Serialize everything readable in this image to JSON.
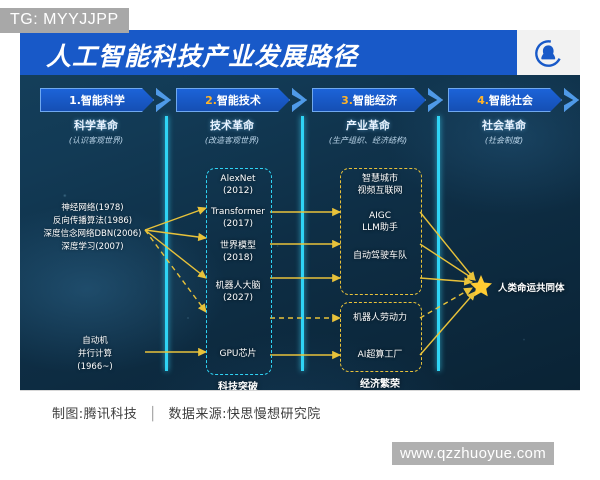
{
  "tg_tag": "TG: MYYJJPP",
  "header": {
    "title": "人工智能科技产业发展路径",
    "logo_icon": "tencent-qq-penguin-icon"
  },
  "stages": [
    {
      "num": "1.",
      "name": "智能科学",
      "accent": "white",
      "revolution": "科学革命",
      "revolution_sub": "(认识客观世界)"
    },
    {
      "num": "2.",
      "name": "智能技术",
      "accent": "orange",
      "revolution": "技术革命",
      "revolution_sub": "(改造客观世界)"
    },
    {
      "num": "3.",
      "name": "智能经济",
      "accent": "orange",
      "revolution": "产业革命",
      "revolution_sub": "(生产组织、经济结构)"
    },
    {
      "num": "4.",
      "name": "智能社会",
      "accent": "orange",
      "revolution": "社会革命",
      "revolution_sub": "(社会制度)"
    }
  ],
  "column1": {
    "group_top": [
      "神经网络(1978)",
      "反向传播算法(1986)",
      "深度信念网络DBN(2006)",
      "深度学习(2007)"
    ],
    "group_bottom": [
      "自动机",
      "并行计算",
      "(1966~)"
    ]
  },
  "column2": {
    "box_label": "科技突破",
    "items": [
      {
        "line1": "AlexNet",
        "line2": "(2012)"
      },
      {
        "line1": "Transformer",
        "line2": "(2017)"
      },
      {
        "line1": "世界模型",
        "line2": "(2018)"
      },
      {
        "line1": "机器人大脑",
        "line2": "(2027)"
      },
      {
        "line1": "GPU芯片",
        "line2": ""
      }
    ]
  },
  "column3": {
    "box_label": "经济繁荣",
    "items": [
      {
        "line1": "智慧城市",
        "line2": "视频互联网"
      },
      {
        "line1": "AIGC",
        "line2": "LLM助手"
      },
      {
        "line1": "自动驾驶车队",
        "line2": ""
      },
      {
        "line1": "机器人劳动力",
        "line2": ""
      },
      {
        "line1": "AI超算工厂",
        "line2": ""
      }
    ]
  },
  "column4": {
    "endpoint_label": "人类命运共同体"
  },
  "footer": {
    "credit": "制图:腾讯科技",
    "separator": "│",
    "source": "数据来源:快思慢想研究院"
  },
  "watermark": "www.qzzhuoyue.com",
  "colors": {
    "title_bar": "#1859c8",
    "accent_orange": "#ffb429",
    "divider_cyan": "#2fd4f5",
    "arrow_yellow": "#e8c23a",
    "box_yellow": "#e8c23a"
  }
}
